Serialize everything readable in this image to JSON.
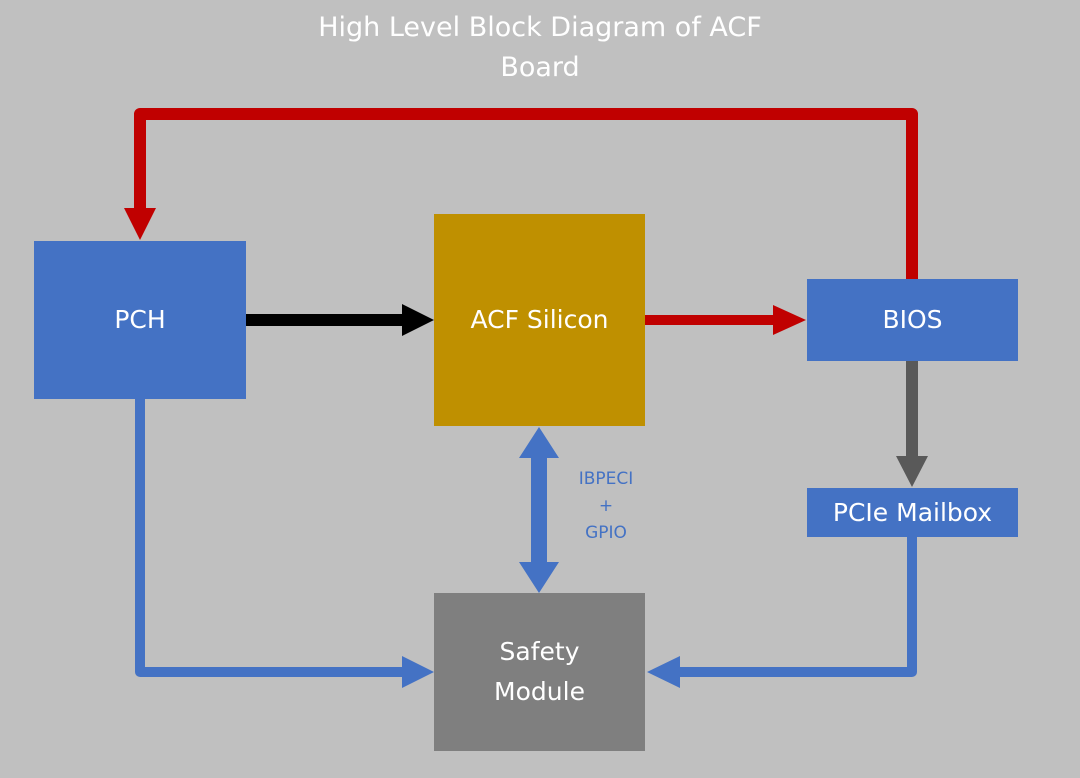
{
  "title": {
    "line1": "High Level Block Diagram of ACF",
    "line2": "Board"
  },
  "blocks": {
    "pch": "PCH",
    "acf_silicon": "ACF Silicon",
    "bios": "BIOS",
    "pcie_mailbox": "PCIe Mailbox",
    "safety_module_line1": "Safety",
    "safety_module_line2": "Module"
  },
  "links": {
    "acf_safety_label_line1": "IBPECI",
    "acf_safety_label_line2": "+",
    "acf_safety_label_line3": "GPIO"
  },
  "colors": {
    "background": "#c0c0c0",
    "blue_block": "#4472c4",
    "gold_block": "#bf9000",
    "gray_block": "#7f7f7f",
    "red_arrow": "#c00000",
    "black_arrow": "#000000",
    "gray_arrow": "#595959",
    "blue_arrow": "#4472c4"
  }
}
